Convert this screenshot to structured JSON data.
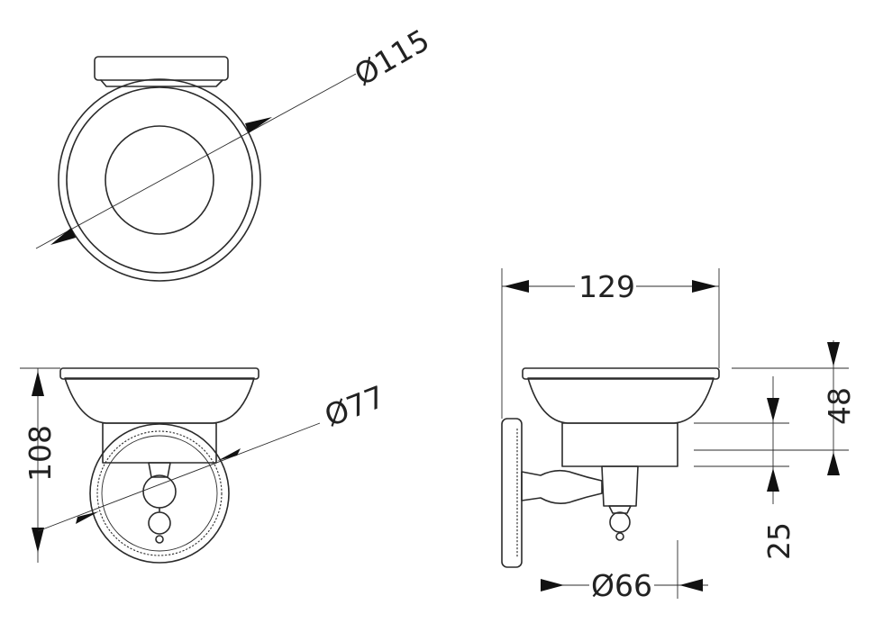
{
  "dimensions": {
    "outer_diameter": "Ø115",
    "plate_diameter": "Ø77",
    "overall_height": "108",
    "overall_depth": "129",
    "cup_height": "48",
    "arm_offset": "25",
    "plate_projection": "Ø66"
  },
  "colors": {
    "line": "#2b2b2b",
    "arrow": "#111111",
    "background": "#ffffff"
  }
}
